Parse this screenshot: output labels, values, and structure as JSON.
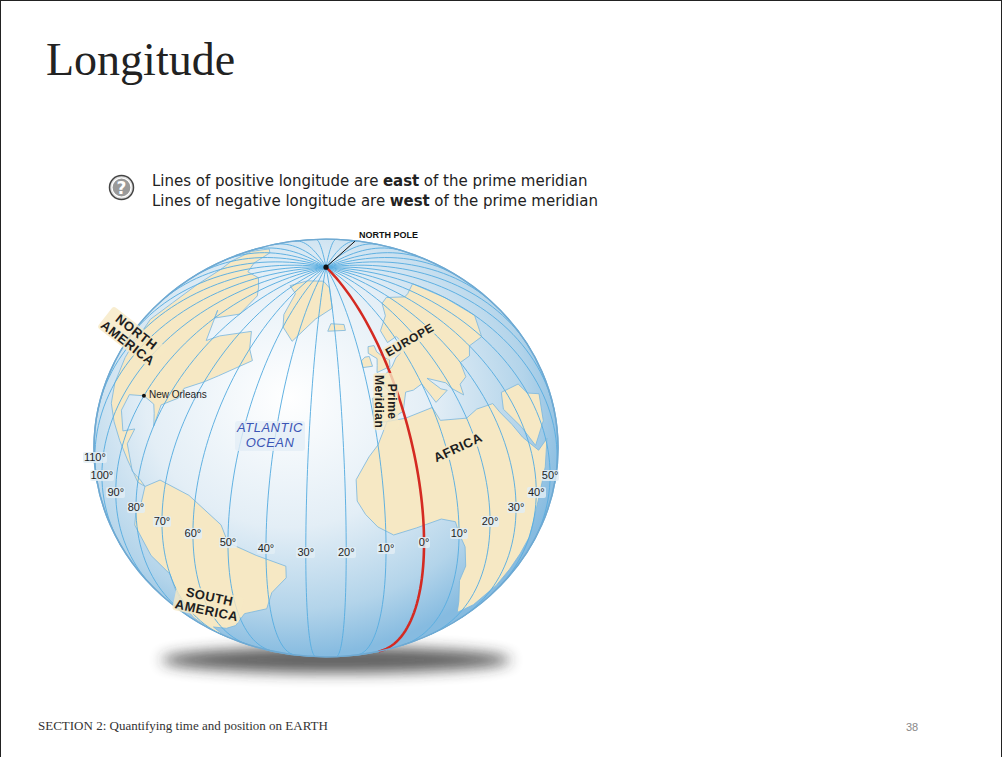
{
  "diagram": {
    "title": "Longitude",
    "nodes": [
      {
        "text": [
          "?"
        ]
      }
    ],
    "labels": [
      "Lines of positive longitude are",
      "east",
      "of the prime meridian",
      "Lines of negative longitude are",
      "west",
      "of the prime meridian",
      "NORTH POLE",
      "NORTH AMERICA",
      "EUROPE",
      "New Orleans",
      "ATLANTIC OCEAN",
      "Prime Meridian",
      "AFRICA",
      "110°",
      "100°",
      "90°",
      "80°",
      "70°",
      "60°",
      "50°",
      "40°",
      "30°",
      "20°",
      "10°",
      "0°",
      "10°",
      "20°",
      "30°",
      "40°",
      "50°",
      "SOUTH AMERICA",
      "SECTION 2: Quantifying time and position on EARTH",
      "38"
    ]
  }
}
